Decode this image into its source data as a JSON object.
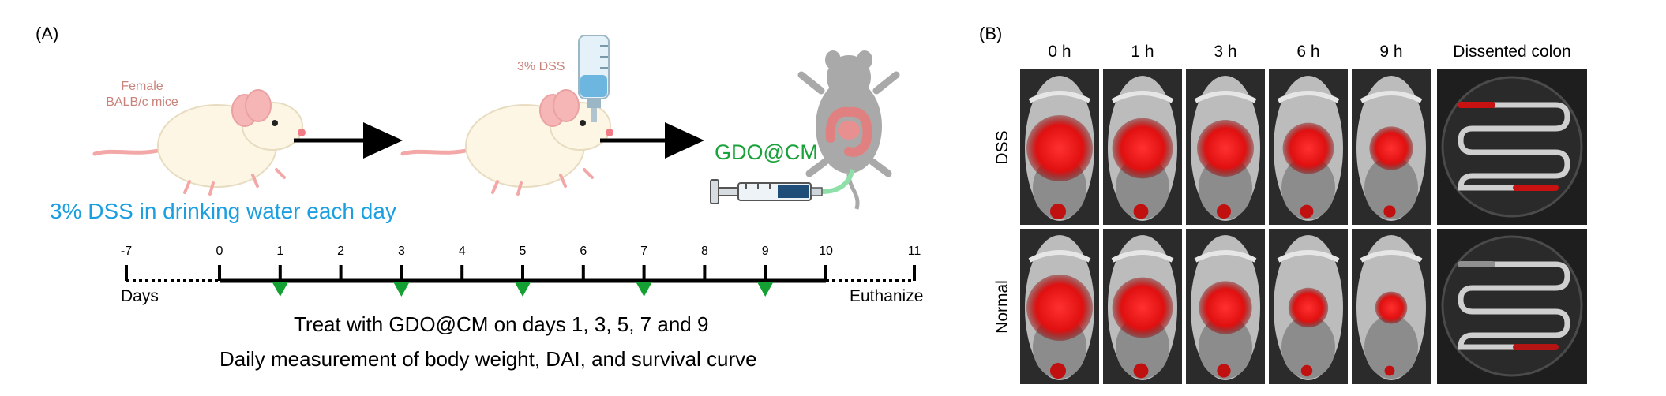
{
  "panel_a": {
    "label": "(A)",
    "mouse_label": [
      "Female",
      "BALB/c mice"
    ],
    "dss_bottle_label": "3% DSS",
    "drug_label": "GDO@CM",
    "protocol_text": "3% DSS in drinking water each day",
    "timeline": {
      "ticks": [
        "-7",
        "0",
        "1",
        "2",
        "3",
        "4",
        "5",
        "6",
        "7",
        "8",
        "9",
        "10",
        "11"
      ],
      "start_label": "Days",
      "end_label": "Euthanize",
      "treatment_days": [
        "1",
        "3",
        "5",
        "7",
        "9"
      ]
    },
    "caption_line1": "Treat with GDO@CM on days 1, 3, 5, 7 and 9",
    "caption_line2": "Daily measurement of body weight, DAI, and survival curve"
  },
  "panel_b": {
    "label": "(B)",
    "columns": [
      "0 h",
      "1 h",
      "3 h",
      "6 h",
      "9 h",
      "Dissented colon"
    ],
    "rows": [
      "DSS",
      "Normal"
    ],
    "signal": {
      "DSS": [
        1.0,
        0.85,
        0.75,
        0.6,
        0.4
      ],
      "Normal": [
        1.0,
        0.85,
        0.65,
        0.3,
        0.1
      ]
    }
  },
  "colors": {
    "accent_blue": "#1b9fe0",
    "accent_green": "#1aa23a",
    "triangle_green": "#14a032",
    "mouse_label": "#c9837b",
    "signal_red": "#ff1a1a"
  }
}
